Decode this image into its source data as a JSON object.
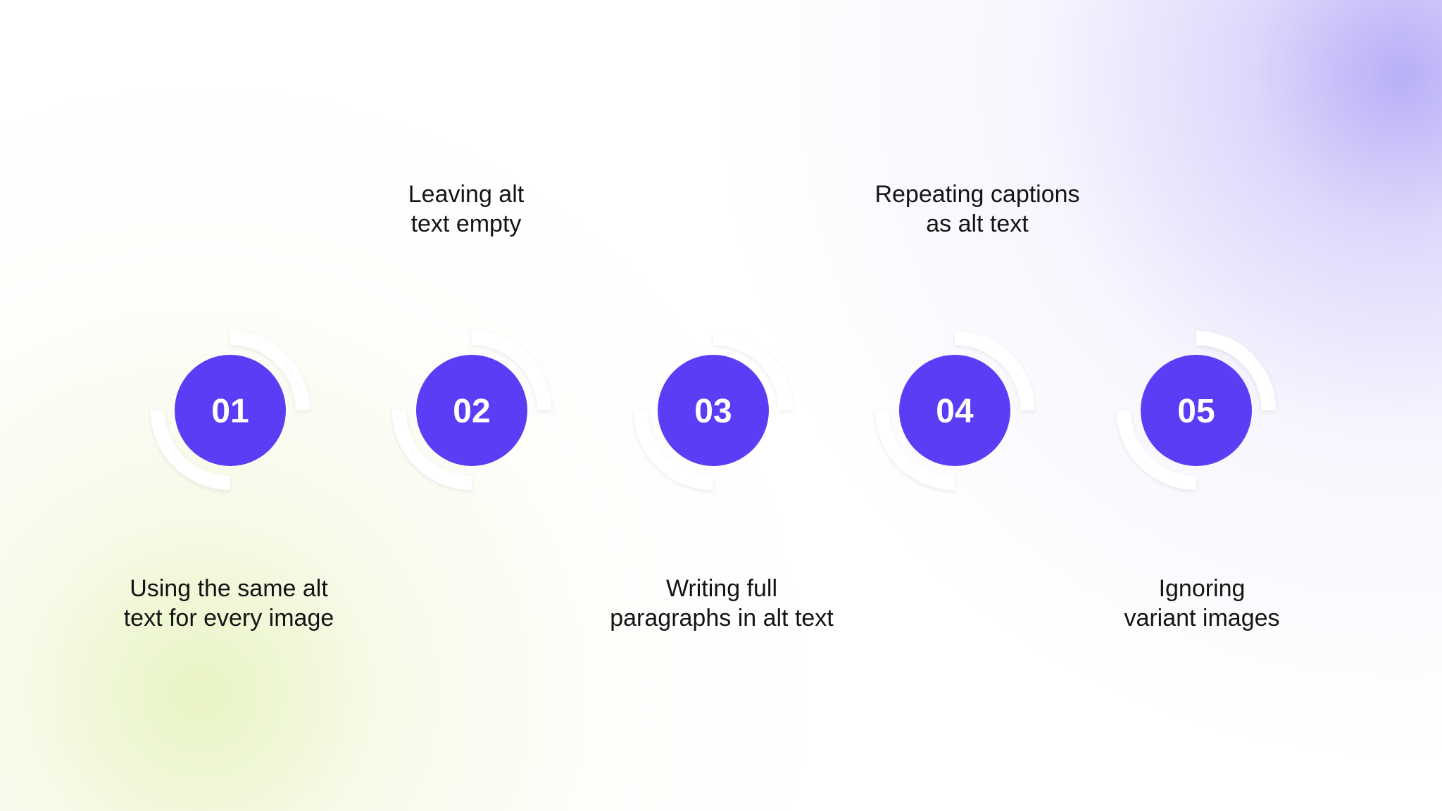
{
  "colors": {
    "accent": "#5B3DF5",
    "track": "#ffffff",
    "text": "#141414"
  },
  "steps": [
    {
      "number": "01",
      "label": "Using the same alt\ntext for every image",
      "label_side": "bottom"
    },
    {
      "number": "02",
      "label": "Leaving alt\ntext empty",
      "label_side": "top"
    },
    {
      "number": "03",
      "label": "Writing full\nparagraphs in alt text",
      "label_side": "bottom"
    },
    {
      "number": "04",
      "label": "Repeating captions\nas alt text",
      "label_side": "top"
    },
    {
      "number": "05",
      "label": "Ignoring\nvariant images",
      "label_side": "bottom"
    }
  ]
}
